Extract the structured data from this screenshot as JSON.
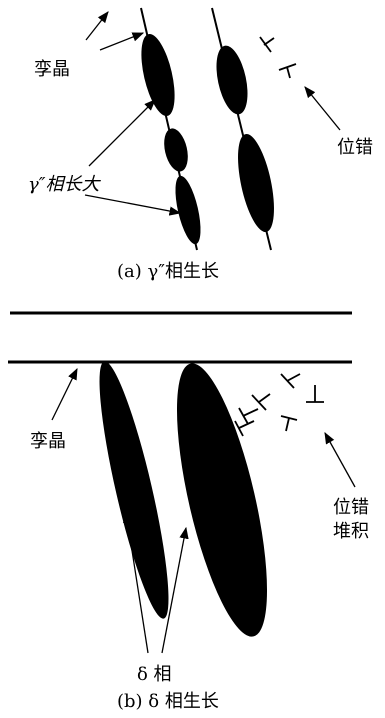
{
  "panel_a": {
    "twin_label": "孪晶",
    "gamma_label": "γ″相长大",
    "dislocation_label": "位错",
    "caption": "(a) γ″相生长"
  },
  "panel_b": {
    "twin_label": "孪晶",
    "dislocation_label_line1": "位错",
    "dislocation_label_line2": "堆积",
    "delta_label": "δ 相",
    "caption": "(b) δ 相生长"
  },
  "colors": {
    "ink": "#000000",
    "background": "#ffffff"
  }
}
